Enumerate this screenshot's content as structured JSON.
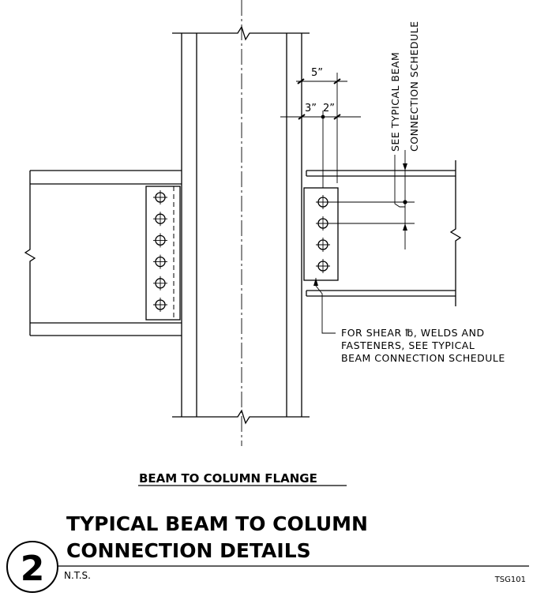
{
  "dimensions": {
    "bolt_edge_distance": "5”",
    "bolt_spacing_a": "3”",
    "bolt_spacing_b": "2”"
  },
  "notes": {
    "typical_beam_line1": "SEE TYPICAL BEAM",
    "typical_beam_line2": "CONNECTION SCHEDULE",
    "shear_plate_line1": "FOR SHEAR ℔, WELDS AND",
    "shear_plate_line2": "FASTENERS, SEE TYPICAL",
    "shear_plate_line3": "BEAM CONNECTION SCHEDULE"
  },
  "detail": {
    "subtitle": "BEAM TO COLUMN FLANGE",
    "title_line1": "TYPICAL BEAM TO COLUMN",
    "title_line2": "CONNECTION DETAILS",
    "number": "2",
    "scale": "N.T.S.",
    "sheet": "TSG101"
  }
}
